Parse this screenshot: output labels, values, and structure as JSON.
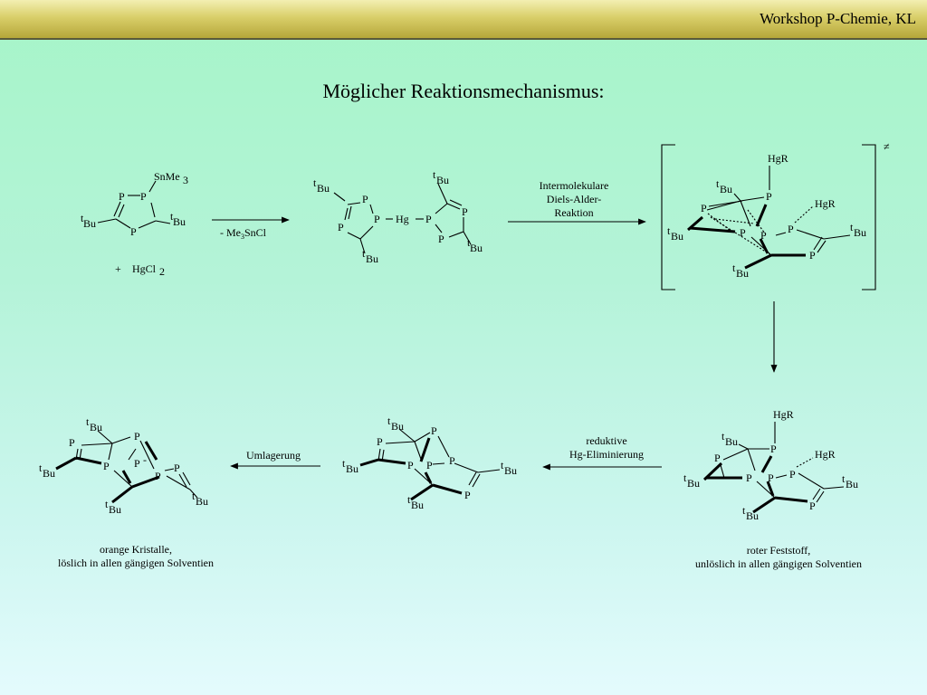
{
  "header": {
    "text": "Workshop P-Chemie, KL"
  },
  "title": "Möglicher Reaktionsmechanismus:",
  "labels": {
    "sub_tbu": "t",
    "tbu": "Bu",
    "p": "P",
    "hg": "Hg",
    "hgr": "HgR",
    "snme": "SnMe",
    "sub_3": "3",
    "sub_2": "2",
    "dash": "-",
    "plus": "+",
    "hgcl": "HgCl",
    "ts": "≠"
  },
  "reagents": {
    "me3sncl_prefix": "- Me",
    "me3sncl_suffix": "SnCl"
  },
  "arrows": {
    "diels_alder": [
      "Intermolekulare",
      "Diels-Alder-",
      "Reaktion"
    ],
    "reductive": [
      "reduktive",
      "Hg-Eliminierung"
    ],
    "rearrangement": "Umlagerung"
  },
  "captions": {
    "red_solid": [
      "roter Feststoff,",
      "unlöslich in allen gängigen Solventien"
    ],
    "orange_crystals": [
      "orange Kristalle,",
      "löslich in allen gängigen Solventien"
    ]
  }
}
